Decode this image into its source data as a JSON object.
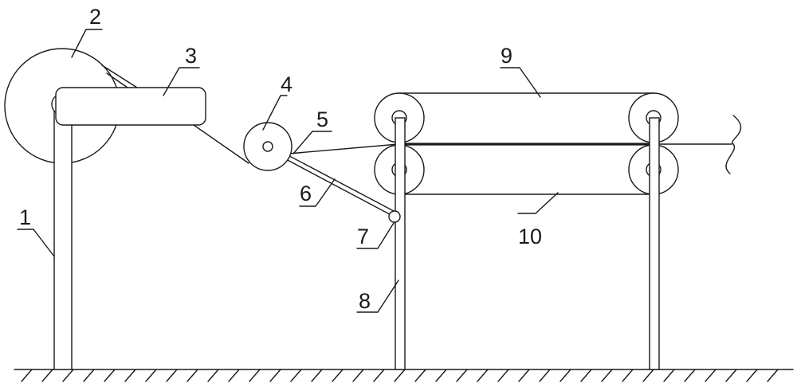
{
  "labels": {
    "l1": "1",
    "l2": "2",
    "l3": "3",
    "l4": "4",
    "l5": "5",
    "l6": "6",
    "l7": "7",
    "l8": "8",
    "l9": "9",
    "l10": "10"
  },
  "colors": {
    "line": "#1a1a1a",
    "background": "#ffffff"
  }
}
